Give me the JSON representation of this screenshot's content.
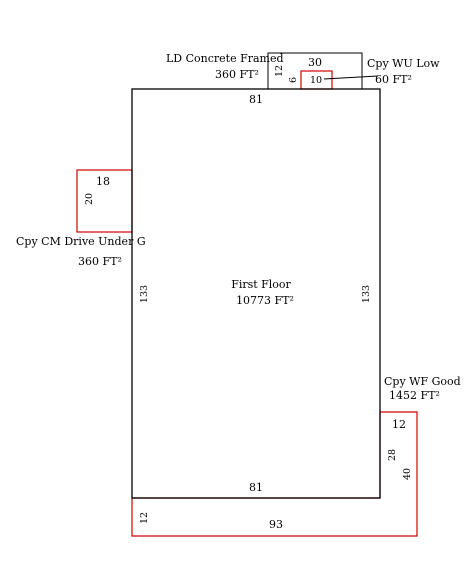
{
  "colors": {
    "main_outline": "#000000",
    "area_outline": "#d40000",
    "background": "#ffffff"
  },
  "first_floor": {
    "name": "First Floor",
    "area": "10773 FT²",
    "top_dim": "81",
    "bottom_dim": "81",
    "left_dim": "133",
    "right_dim": "133"
  },
  "ld_concrete_framed": {
    "name": "LD Concrete Framed",
    "area": "360 FT²",
    "width_dim": "30",
    "height_dim": "12"
  },
  "cpy_wu_low": {
    "name": "Cpy WU Low",
    "area": "60 FT²",
    "width_dim": "10",
    "height_dim": "6"
  },
  "cpy_cm_drive_under": {
    "name": "Cpy CM Drive Under G",
    "area": "360 FT²",
    "width_dim": "18",
    "height_dim": "20"
  },
  "cpy_wf_good": {
    "name": "Cpy WF Good",
    "area": "1452 FT²",
    "top_dim": "12",
    "inner_dim": "28",
    "right_dim": "40",
    "bottom_dim": "93",
    "left_dim": "12"
  }
}
